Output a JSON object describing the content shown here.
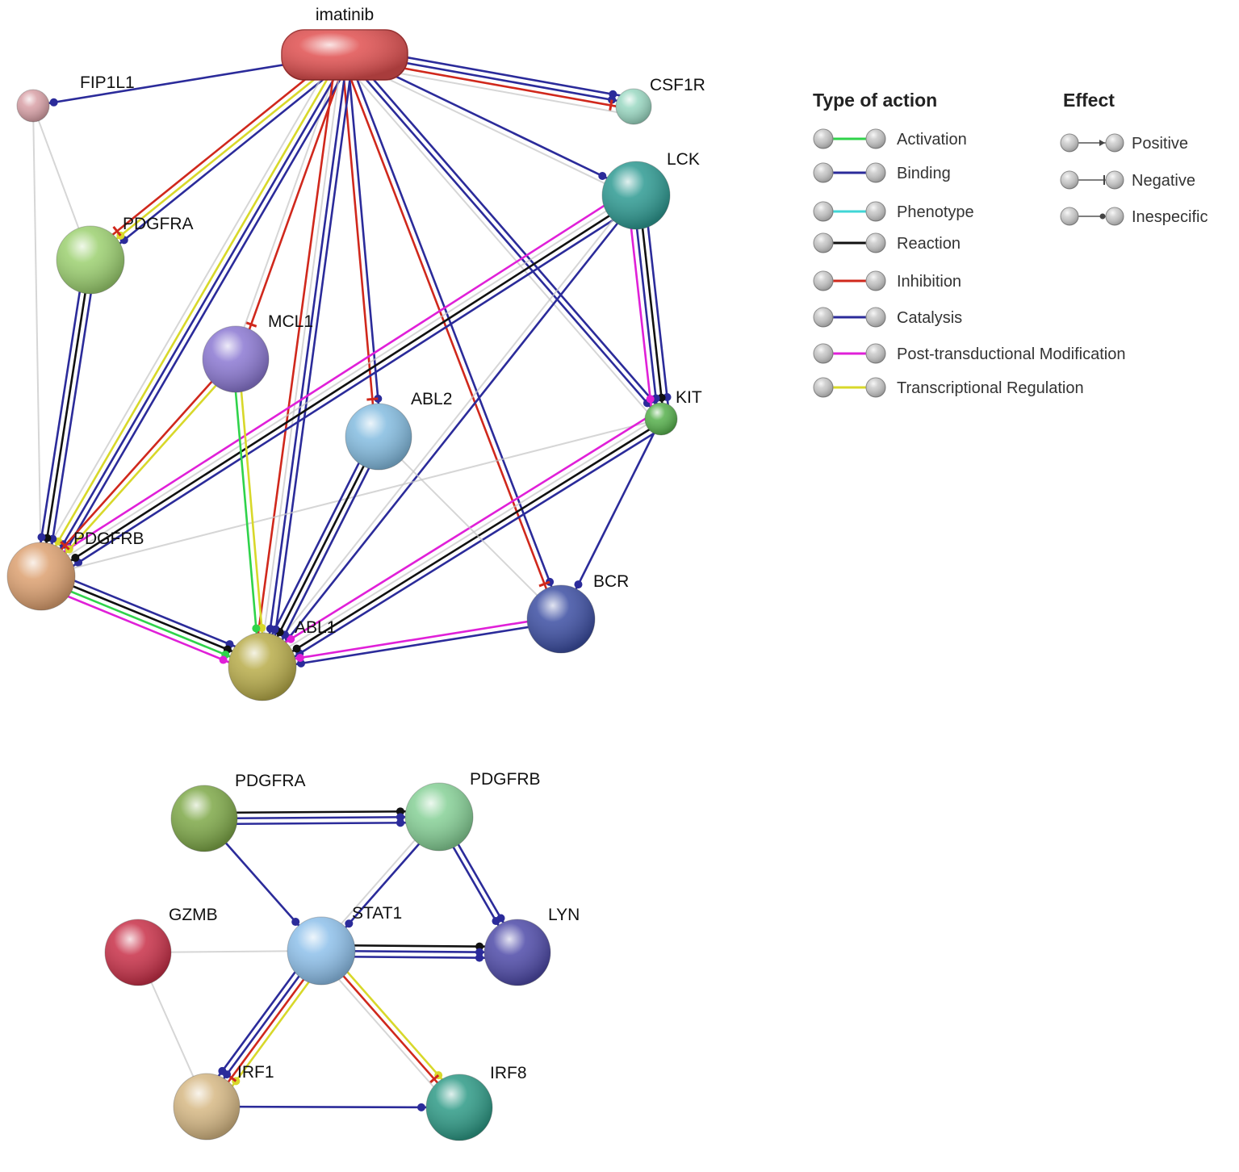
{
  "colors": {
    "binding": "#2b2b9a",
    "reaction": "#111111",
    "activation": "#2fd34a",
    "inhibition": "#d0281c",
    "phenotype": "#3fd6d6",
    "ptm": "#e020d8",
    "transcriptional": "#d8d82a",
    "gray": "#c4c4c4"
  },
  "networks": [
    {
      "name": "top",
      "nodes": [
        {
          "id": "imatinib",
          "label": "imatinib",
          "color": "#e05050",
          "shape": "pill"
        },
        {
          "id": "FIP1L1",
          "label": "FIP1L1",
          "color": "#d8a0a6"
        },
        {
          "id": "CSF1R",
          "label": "CSF1R",
          "color": "#9ad8c2"
        },
        {
          "id": "LCK",
          "label": "LCK",
          "color": "#2e9a92"
        },
        {
          "id": "PDGFRA",
          "label": "PDGFRA",
          "color": "#9cd070"
        },
        {
          "id": "MCL1",
          "label": "MCL1",
          "color": "#8b78d2"
        },
        {
          "id": "ABL2",
          "label": "ABL2",
          "color": "#84bce0"
        },
        {
          "id": "KIT",
          "label": "KIT",
          "color": "#56b04c"
        },
        {
          "id": "PDGFRB",
          "label": "PDGFRB",
          "color": "#dca070"
        },
        {
          "id": "BCR",
          "label": "BCR",
          "color": "#3c4ea2"
        },
        {
          "id": "ABL1",
          "label": "ABL1",
          "color": "#b8ac4a"
        }
      ],
      "edges": [
        {
          "from": "imatinib",
          "to": "FIP1L1",
          "types": [
            "binding"
          ]
        },
        {
          "from": "imatinib",
          "to": "CSF1R",
          "types": [
            "binding",
            "binding",
            "inhibition",
            "gray"
          ]
        },
        {
          "from": "imatinib",
          "to": "LCK",
          "types": [
            "binding",
            "gray"
          ]
        },
        {
          "from": "imatinib",
          "to": "PDGFRA",
          "types": [
            "binding",
            "transcriptional",
            "inhibition"
          ]
        },
        {
          "from": "imatinib",
          "to": "MCL1",
          "types": [
            "inhibition",
            "gray"
          ]
        },
        {
          "from": "imatinib",
          "to": "ABL2",
          "types": [
            "binding",
            "inhibition"
          ]
        },
        {
          "from": "imatinib",
          "to": "KIT",
          "types": [
            "binding",
            "binding",
            "gray"
          ]
        },
        {
          "from": "imatinib",
          "to": "PDGFRB",
          "types": [
            "binding",
            "binding",
            "transcriptional",
            "gray"
          ]
        },
        {
          "from": "imatinib",
          "to": "BCR",
          "types": [
            "binding",
            "inhibition"
          ]
        },
        {
          "from": "imatinib",
          "to": "ABL1",
          "types": [
            "binding",
            "binding",
            "gray",
            "inhibition"
          ]
        },
        {
          "from": "FIP1L1",
          "to": "PDGFRA",
          "types": [
            "gray"
          ]
        },
        {
          "from": "FIP1L1",
          "to": "PDGFRB",
          "types": [
            "gray"
          ]
        },
        {
          "from": "PDGFRA",
          "to": "PDGFRB",
          "types": [
            "binding",
            "reaction",
            "binding"
          ]
        },
        {
          "from": "LCK",
          "to": "KIT",
          "types": [
            "binding",
            "reaction",
            "binding",
            "ptm"
          ]
        },
        {
          "from": "LCK",
          "to": "PDGFRB",
          "types": [
            "binding",
            "reaction",
            "gray",
            "ptm"
          ]
        },
        {
          "from": "LCK",
          "to": "ABL1",
          "types": [
            "binding",
            "gray"
          ]
        },
        {
          "from": "KIT",
          "to": "PDGFRB",
          "types": [
            "gray"
          ]
        },
        {
          "from": "KIT",
          "to": "ABL1",
          "types": [
            "binding",
            "reaction",
            "gray",
            "ptm"
          ]
        },
        {
          "from": "KIT",
          "to": "BCR",
          "types": [
            "binding"
          ]
        },
        {
          "from": "MCL1",
          "to": "ABL1",
          "types": [
            "transcriptional",
            "activation"
          ]
        },
        {
          "from": "MCL1",
          "to": "PDGFRB",
          "types": [
            "transcriptional",
            "inhibition"
          ]
        },
        {
          "from": "ABL2",
          "to": "ABL1",
          "types": [
            "binding",
            "reaction",
            "binding"
          ]
        },
        {
          "from": "ABL2",
          "to": "BCR",
          "types": [
            "gray"
          ]
        },
        {
          "from": "PDGFRB",
          "to": "ABL1",
          "types": [
            "binding",
            "reaction",
            "activation",
            "ptm"
          ]
        },
        {
          "from": "BCR",
          "to": "ABL1",
          "types": [
            "binding",
            "ptm"
          ]
        }
      ]
    },
    {
      "name": "bottom",
      "nodes": [
        {
          "id": "PDGFRA",
          "label": "PDGFRA",
          "color": "#7ea848"
        },
        {
          "id": "PDGFRB",
          "label": "PDGFRB",
          "color": "#86d096"
        },
        {
          "id": "GZMB",
          "label": "GZMB",
          "color": "#c83048"
        },
        {
          "id": "STAT1",
          "label": "STAT1",
          "color": "#8ec0ea"
        },
        {
          "id": "LYN",
          "label": "LYN",
          "color": "#4e4aa8"
        },
        {
          "id": "IRF1",
          "label": "IRF1",
          "color": "#d6b884"
        },
        {
          "id": "IRF8",
          "label": "IRF8",
          "color": "#2e9a86"
        }
      ],
      "edges": [
        {
          "from": "PDGFRA",
          "to": "PDGFRB",
          "types": [
            "reaction",
            "binding",
            "binding"
          ]
        },
        {
          "from": "PDGFRA",
          "to": "STAT1",
          "types": [
            "binding"
          ]
        },
        {
          "from": "PDGFRB",
          "to": "STAT1",
          "types": [
            "binding",
            "gray"
          ]
        },
        {
          "from": "PDGFRB",
          "to": "LYN",
          "types": [
            "binding",
            "binding"
          ]
        },
        {
          "from": "STAT1",
          "to": "LYN",
          "types": [
            "reaction",
            "binding",
            "binding"
          ]
        },
        {
          "from": "STAT1",
          "to": "GZMB",
          "types": [
            "gray"
          ]
        },
        {
          "from": "STAT1",
          "to": "IRF1",
          "types": [
            "transcriptional",
            "inhibition",
            "binding",
            "binding"
          ]
        },
        {
          "from": "STAT1",
          "to": "IRF8",
          "types": [
            "transcriptional",
            "inhibition",
            "gray"
          ]
        },
        {
          "from": "GZMB",
          "to": "IRF1",
          "types": [
            "gray"
          ]
        },
        {
          "from": "IRF1",
          "to": "IRF8",
          "types": [
            "binding"
          ]
        }
      ]
    }
  ],
  "legend": {
    "action_title": "Type of action",
    "effect_title": "Effect",
    "actions": [
      {
        "label": "Activation",
        "color": "#2fd34a"
      },
      {
        "label": "Binding",
        "color": "#2b2b9a"
      },
      {
        "label": "Phenotype",
        "color": "#3fd6d6"
      },
      {
        "label": "Reaction",
        "color": "#111111"
      },
      {
        "label": "Inhibition",
        "color": "#d0281c"
      },
      {
        "label": "Catalysis",
        "color": "#2b2b9a"
      },
      {
        "label": "Post-transductional Modification",
        "color": "#e020d8"
      },
      {
        "label": "Transcriptional Regulation",
        "color": "#d8d82a"
      }
    ],
    "effects": [
      {
        "label": "Positive",
        "marker": "arrow"
      },
      {
        "label": "Negative",
        "marker": "bar"
      },
      {
        "label": "Inespecific",
        "marker": "dot"
      }
    ]
  }
}
